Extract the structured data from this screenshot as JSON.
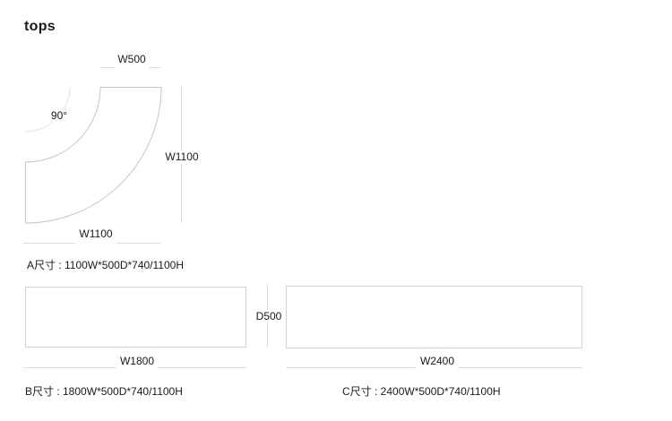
{
  "title": "tops",
  "colors": {
    "text": "#1a1a1a",
    "shape_outline": "#c6c6c6",
    "dimension_line": "#dddddd",
    "angle_arc": "#e3e3e3",
    "rect_border": "#d2d2d2",
    "background": "#ffffff"
  },
  "shape_a": {
    "dim_top": "W500",
    "angle": "90°",
    "dim_right": "W1100",
    "dim_bottom": "W1100",
    "spec": "A尺寸 : 1100W*500D*740/1100H"
  },
  "shape_b": {
    "dim_width": "W1800",
    "spec": "B尺寸 : 1800W*500D*740/1100H"
  },
  "shape_c": {
    "dim_width": "W2400",
    "spec": "C尺寸 : 2400W*500D*740/1100H"
  },
  "shared": {
    "dim_depth": "D500"
  }
}
